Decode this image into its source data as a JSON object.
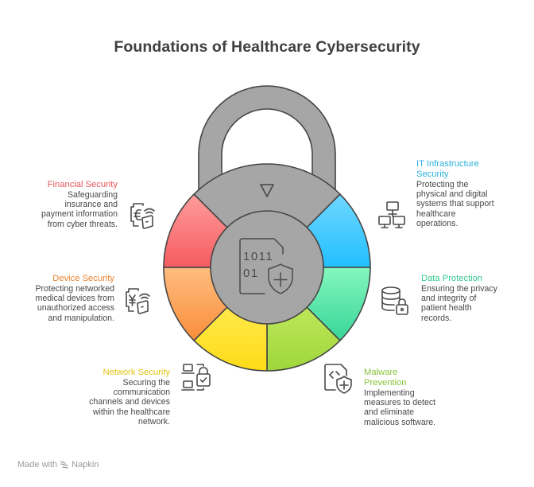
{
  "title": "Foundations of Healthcare Cybersecurity",
  "colors": {
    "lock_gray": "#a6a6a6",
    "outline": "#454545",
    "financial": "#e5575c",
    "device": "#e9822f",
    "network": "#e3c316",
    "malware": "#88c43a",
    "data": "#33c98e",
    "it": "#2bb1dd"
  },
  "segments": [
    {
      "id": "it",
      "label": "IT Infrastructure Security",
      "color_top": "#6fd7ff",
      "color_bottom": "#22bfff"
    },
    {
      "id": "data",
      "label": "Data Protection",
      "color_top": "#84f7bd",
      "color_bottom": "#38d599"
    },
    {
      "id": "malware",
      "label": "Malware Prevention",
      "color_top": "#d0f36a",
      "color_bottom": "#9fd63d"
    },
    {
      "id": "network",
      "label": "Network Security",
      "color_top": "#fff06a",
      "color_bottom": "#ffdc18"
    },
    {
      "id": "device",
      "label": "Device Security",
      "color_top": "#ffbd80",
      "color_bottom": "#f98e3a"
    },
    {
      "id": "financial",
      "label": "Financial Security",
      "color_top": "#ff9c9c",
      "color_bottom": "#f55c60"
    }
  ],
  "items": {
    "financial": {
      "title": "Financial Security",
      "lines": [
        "Safeguarding",
        "insurance and",
        "payment information",
        "from cyber threats."
      ],
      "icon": "euro-wallet-icon"
    },
    "device": {
      "title": "Device Security",
      "lines": [
        "Protecting networked",
        "medical devices from",
        "unauthorized access",
        "and manipulation."
      ],
      "icon": "yen-wallet-icon"
    },
    "network": {
      "title": "Network Security",
      "lines": [
        "Securing the",
        "communication",
        "channels and devices",
        "within the healthcare",
        "network."
      ],
      "icon": "laptops-lock-icon"
    },
    "malware": {
      "title_lines": [
        "Malware",
        "Prevention"
      ],
      "lines": [
        "Implementing",
        "measures to detect",
        "and eliminate",
        "malicious software."
      ],
      "icon": "code-file-shield-icon"
    },
    "data": {
      "title": "Data Protection",
      "lines": [
        "Ensuring the privacy",
        "and integrity of",
        "patient health",
        "records."
      ],
      "icon": "database-lock-icon"
    },
    "it": {
      "title_lines": [
        "IT Infrastructure",
        "Security"
      ],
      "lines": [
        "Protecting the",
        "physical and digital",
        "systems that support",
        "healthcare",
        "operations."
      ],
      "icon": "network-computers-icon"
    }
  },
  "center": {
    "icon": "binary-file-shield-icon",
    "binary_row1": "1011",
    "binary_row2": "01"
  },
  "footer": {
    "made_with": "Made with",
    "brand": "Napkin"
  }
}
